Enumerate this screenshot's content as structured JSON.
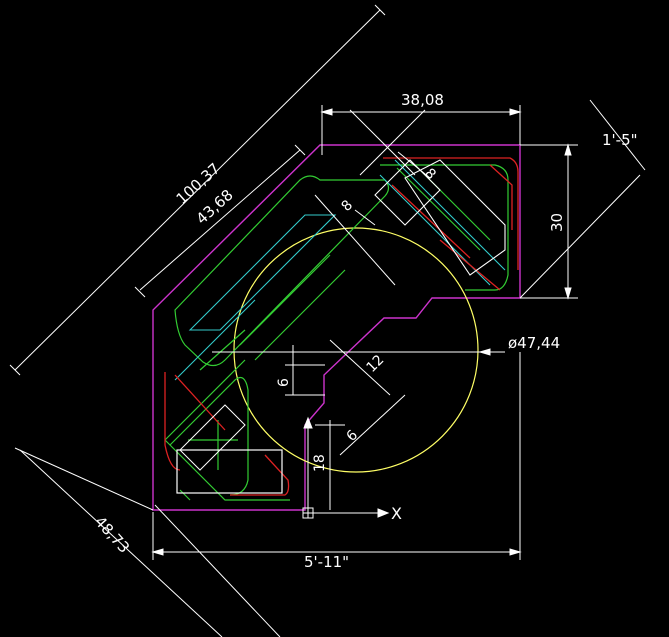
{
  "drawing": {
    "dimensions": {
      "top_width": "38,08",
      "diagonal_long": "100,37",
      "diagonal_inner": "43,68",
      "right_diag": "1'-5\"",
      "right_height": "30",
      "circle_diameter": "ø47,44",
      "bottom_width": "5'-11\"",
      "bottom_left_diag": "48,73",
      "notch_depth": "12",
      "slot_a": "6",
      "slot_b": "6",
      "bottom_height": "18",
      "angled_1": "8",
      "angled_2": "8"
    },
    "axis_label": "X",
    "colors": {
      "background": "#000000",
      "dimension": "#ffffff",
      "outline": "#cc33cc",
      "circle": "#ffff66",
      "green": "#33cc33",
      "cyan": "#33cccc",
      "red": "#dd2222"
    }
  }
}
